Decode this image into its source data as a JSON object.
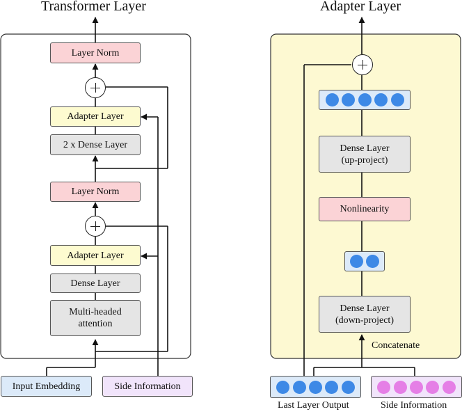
{
  "colors": {
    "norm_fill": "#fbd3d6",
    "adapter_fill": "#fdfbd0",
    "dense_fill": "#e5e5e5",
    "input_fill": "#dceaf9",
    "side_fill": "#f1e4fb",
    "panel_fill": "#fdf9d2",
    "blue_dot": "#3d89e6",
    "pink_dot": "#e57fe6",
    "vector_fill": "#dceaf9"
  },
  "left": {
    "title": "Transformer Layer",
    "layer_norm_top": "Layer Norm",
    "adapter_top": "Adapter Layer",
    "dense_2x": "2 x Dense Layer",
    "layer_norm_bottom": "Layer Norm",
    "adapter_bottom": "Adapter Layer",
    "dense": "Dense Layer",
    "mha_line1": "Multi-headed",
    "mha_line2": "attention",
    "input_embedding": "Input Embedding",
    "side_information": "Side Information"
  },
  "right": {
    "title": "Adapter Layer",
    "dense_up_line1": "Dense Layer",
    "dense_up_line2": "(up-project)",
    "nonlinearity": "Nonlinearity",
    "dense_down_line1": "Dense Layer",
    "dense_down_line2": "(down-project)",
    "concatenate": "Concatenate",
    "last_layer_output": "Last Layer Output",
    "side_information": "Side Information",
    "up_vector_dots": 5,
    "bottleneck_dots": 2,
    "input_dots": 5,
    "side_dots": 5
  }
}
